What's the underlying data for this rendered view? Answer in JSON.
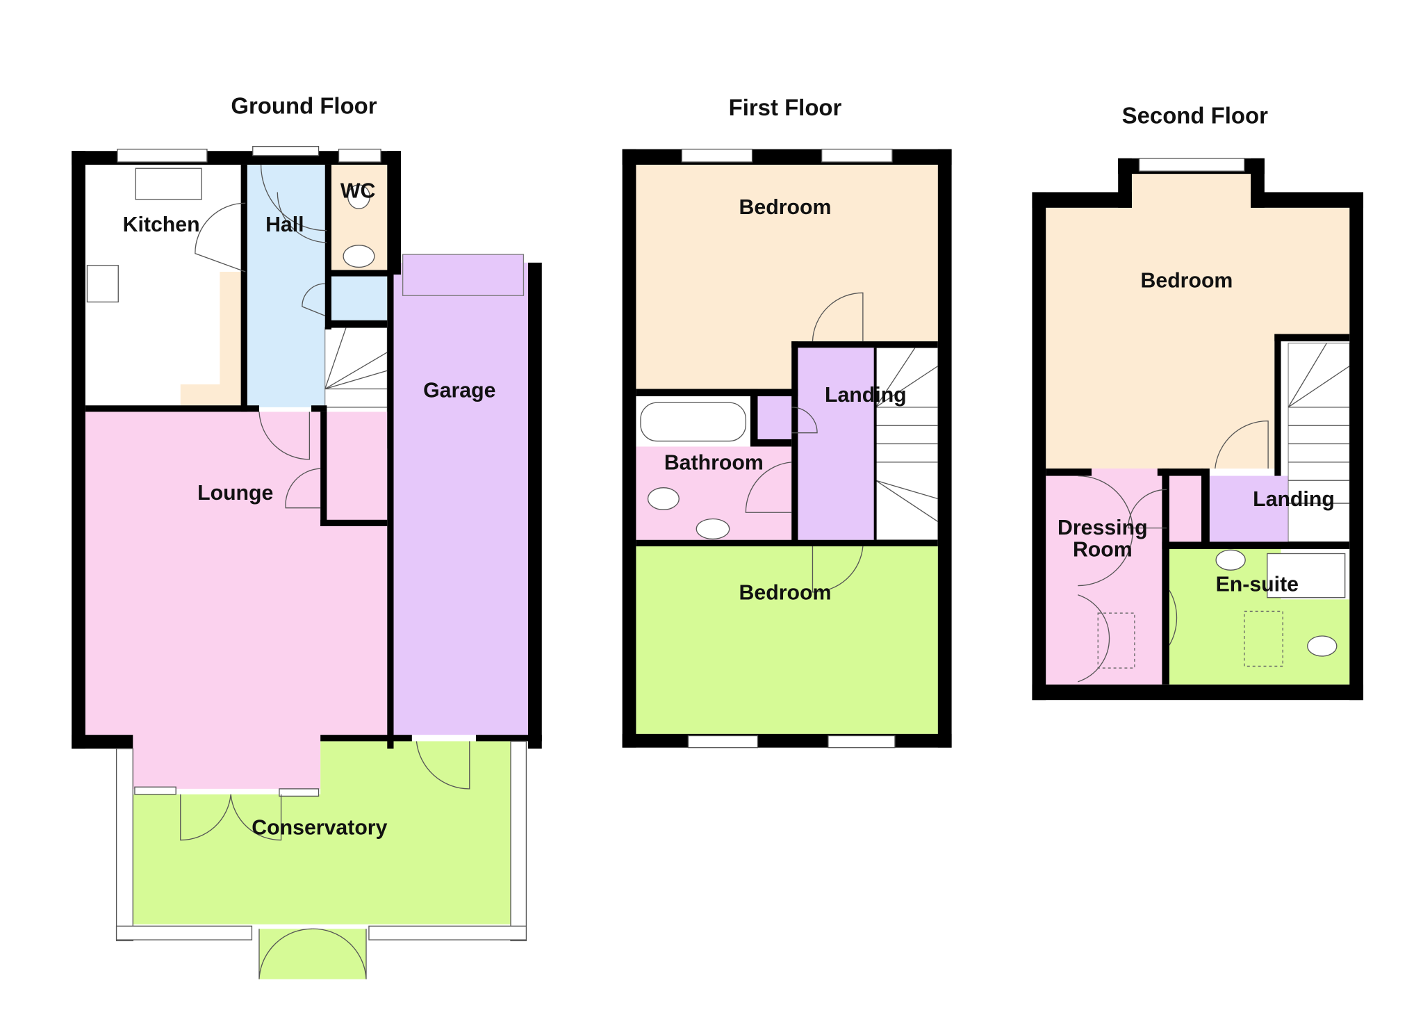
{
  "floors": {
    "ground": {
      "title": "Ground Floor",
      "rooms": {
        "kitchen": "Kitchen",
        "hall": "Hall",
        "wc": "WC",
        "garage": "Garage",
        "lounge": "Lounge",
        "conservatory": "Conservatory"
      }
    },
    "first": {
      "title": "First Floor",
      "rooms": {
        "bedroom1": "Bedroom",
        "landing": "Landing",
        "bathroom": "Bathroom",
        "bedroom2": "Bedroom"
      }
    },
    "second": {
      "title": "Second Floor",
      "rooms": {
        "bedroom": "Bedroom",
        "landing": "Landing",
        "dressing_line1": "Dressing",
        "dressing_line2": "Room",
        "ensuite": "En-suite"
      }
    }
  },
  "colors": {
    "beige": "#fdebd3",
    "blue": "#d5ebfb",
    "pink": "#fbd2ee",
    "lilac": "#e6c8fa",
    "green": "#d6fa96"
  }
}
